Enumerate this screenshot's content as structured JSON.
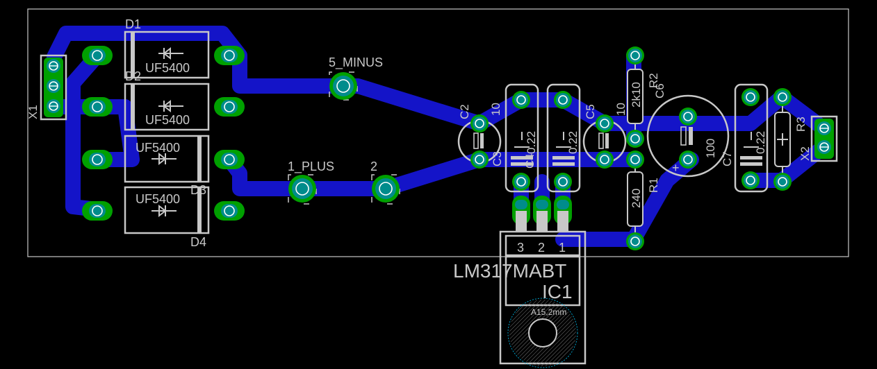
{
  "colors": {
    "background": "#000000",
    "trace": "#1414c8",
    "pad": "#00a000",
    "via_core": "#008c8c",
    "silkscreen": "#c8c8c8",
    "hole": "#ffffff"
  },
  "components": {
    "x1": {
      "name": "X1"
    },
    "x2": {
      "name": "X2"
    },
    "d1": {
      "name": "D1",
      "value": "UF5400"
    },
    "d2": {
      "name": "D2",
      "value": "UF5400"
    },
    "d3": {
      "name": "D3",
      "value": "UF5400"
    },
    "d4": {
      "name": "D4",
      "value": "UF5400"
    },
    "pads": {
      "minus": "5_MINUS",
      "plus": "1_PLUS",
      "two": "2"
    },
    "c2": {
      "name": "C2",
      "value": "10"
    },
    "c3": {
      "name": "C3",
      "value": "0.22"
    },
    "c4": {
      "name": "C4",
      "value": "0.22"
    },
    "c5": {
      "name": "C5",
      "value": "10"
    },
    "c6": {
      "name": "C6",
      "value": "100"
    },
    "c7": {
      "name": "C7",
      "value": "0.22"
    },
    "r1": {
      "name": "R1",
      "value": "240"
    },
    "r2": {
      "name": "R2",
      "value": "2k10"
    },
    "r3": {
      "name": "R3"
    },
    "ic1": {
      "name": "IC1",
      "value": "LM317MABT",
      "pin3": "3",
      "pin2": "2",
      "pin1": "1",
      "hole_label": "A15,2mm"
    }
  }
}
